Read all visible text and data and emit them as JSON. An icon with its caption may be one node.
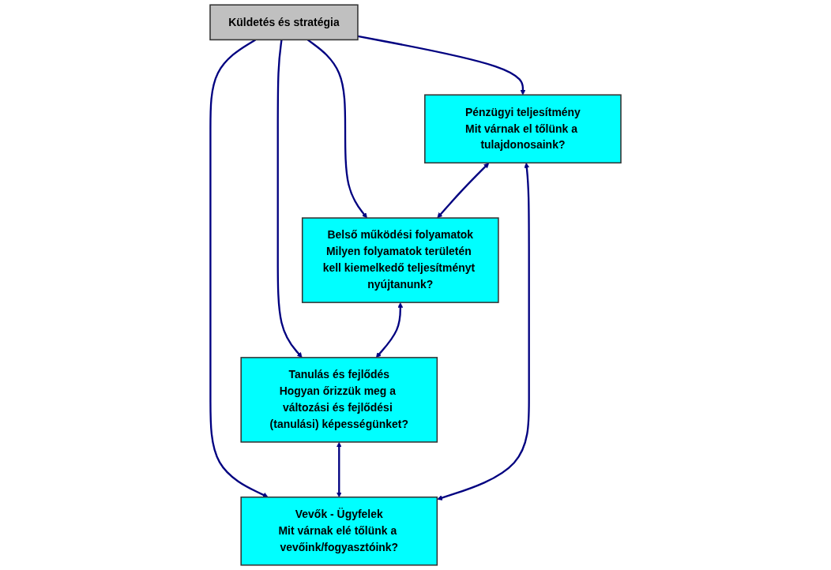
{
  "diagram": {
    "nodes": [
      {
        "text": [
          "Pénzügyi teljesítmény",
          "Mit várnak el tőlünk a tulajdonosaink?"
        ]
      },
      {
        "text": [
          "Vevők - Ügyfelek",
          "Mit várnak elé tőlünk a vevőink/fogyasztóink?"
        ]
      },
      {
        "text": [
          "Küldetés és stratégia"
        ]
      },
      {
        "text": [
          "Belső működési folyamatok",
          "Milyen folyamatok területén kell kiemelkedő teljesítményt nyújtanunk?"
        ]
      },
      {
        "text": [
          "Tanulás és fejlődés",
          "Hogyan őrizzük meg a változási és fejlődési (tanulási) képességünket?"
        ]
      }
    ],
    "edges": [
      {
        "from": 2,
        "to": 0,
        "arrow": "to"
      },
      {
        "from": 2,
        "to": 1,
        "arrow": "to"
      },
      {
        "from": 2,
        "to": 3,
        "arrow": "to"
      },
      {
        "from": 2,
        "to": 4,
        "arrow": "to"
      },
      {
        "from": 1,
        "to": 0,
        "arrow": "both"
      },
      {
        "from": 0,
        "to": 3,
        "arrow": "both"
      },
      {
        "from": 3,
        "to": 4,
        "arrow": "both"
      },
      {
        "from": 4,
        "to": 1,
        "arrow": "both"
      }
    ]
  }
}
